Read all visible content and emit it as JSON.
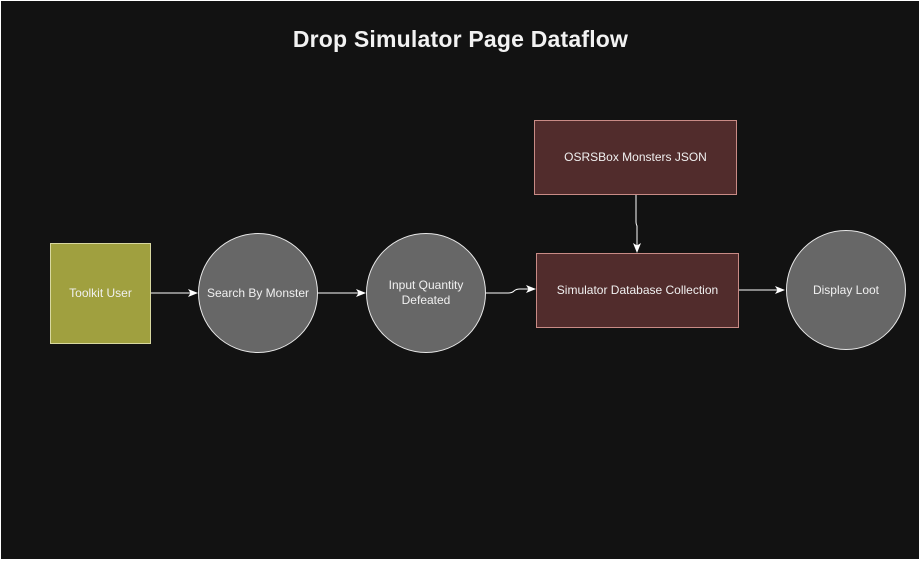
{
  "diagram": {
    "title": "Drop Simulator Page Dataflow",
    "nodes": {
      "toolkit_user": "Toolkit User",
      "search_by_monster": "Search By Monster",
      "input_quantity_defeated": "Input Quantity Defeated",
      "simulator_database_collection": "Simulator Database Collection",
      "osrsbox_monsters_json": "OSRSBox Monsters JSON",
      "display_loot": "Display Loot"
    },
    "edges": [
      {
        "from": "toolkit_user",
        "to": "search_by_monster"
      },
      {
        "from": "search_by_monster",
        "to": "input_quantity_defeated"
      },
      {
        "from": "input_quantity_defeated",
        "to": "simulator_database_collection"
      },
      {
        "from": "osrsbox_monsters_json",
        "to": "simulator_database_collection"
      },
      {
        "from": "simulator_database_collection",
        "to": "display_loot"
      }
    ],
    "colors": {
      "background": "#121212",
      "user_fill": "#a0a03f",
      "process_fill": "#676767",
      "store_fill": "#512c2c",
      "store_border": "#c98b86",
      "arrow": "#ffffff"
    }
  }
}
